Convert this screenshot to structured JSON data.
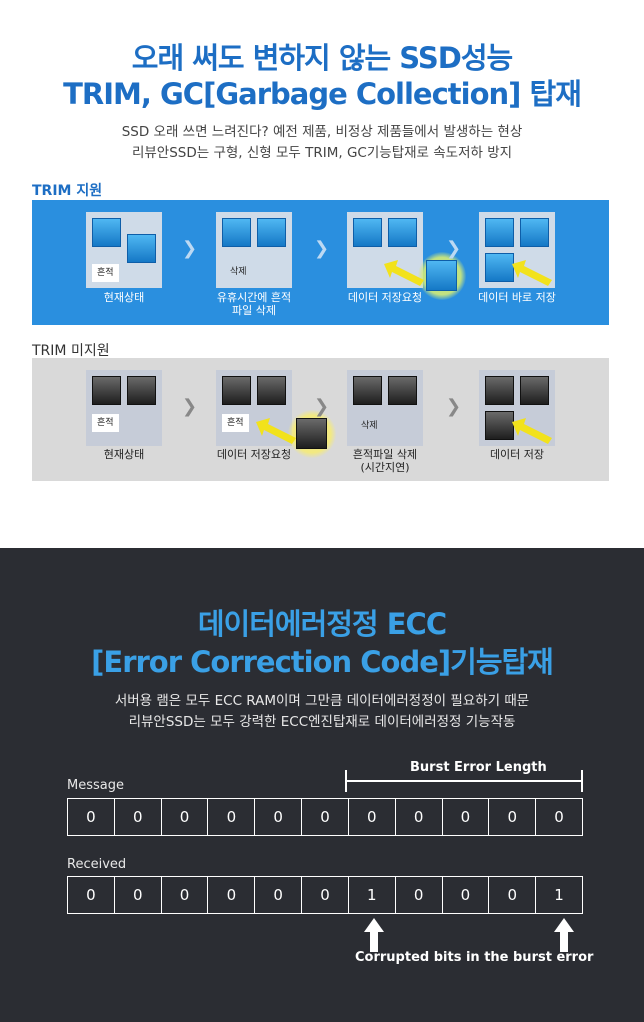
{
  "header": {
    "title_line1": "오래 써도 변하지 않는 SSD성능",
    "title_line2": "TRIM, GC[Garbage Collection] 탑재",
    "sub_line1": "SSD 오래 쓰면 느려진다? 예전 제품, 비정상 제품들에서 발생하는 현상",
    "sub_line2": "리뷰안SSD는 구형, 신형 모두 TRIM, GC기능탑재로 속도저하 방지"
  },
  "trim_on": {
    "label": "TRIM 지원",
    "stage1_tag": "흔적",
    "stage2_tag": "삭제",
    "captions": [
      "현재상태",
      "유휴시간에 흔적\n파일 삭제",
      "데이터 저장요청",
      "데이터 바로 저장"
    ]
  },
  "trim_off": {
    "label": "TRIM 미지원",
    "stage1_tag": "흔적",
    "stage2_tag": "흔적",
    "stage3_tag": "삭제",
    "captions": [
      "현재상태",
      "데이터 저장요청",
      "흔적파일 삭제\n(시간지연)",
      "데이터 저장"
    ]
  },
  "ecc": {
    "title_line1": "데이터에러정정 ECC",
    "title_line2": "[Error Correction Code]기능탑재",
    "sub_line1": "서버용 램은 모두 ECC RAM이며 그만큼 데이터에러정정이 필요하기 때문",
    "sub_line2": "리뷰안SSD는 모두 강력한 ECC엔진탑재로 데이터에러정정 기능작동",
    "message_label": "Message",
    "received_label": "Received",
    "burst_label": "Burst Error Length",
    "corrupt_label": "Corrupted bits in the burst error",
    "message_bits": [
      "0",
      "0",
      "0",
      "0",
      "0",
      "0",
      "0",
      "0",
      "0",
      "0",
      "0"
    ],
    "received_bits": [
      "0",
      "0",
      "0",
      "0",
      "0",
      "0",
      "1",
      "0",
      "0",
      "0",
      "1"
    ]
  },
  "colors": {
    "title_blue": "#1d6ec4",
    "band_blue": "#2a8fdf",
    "band_gray": "#d9d9d9",
    "dark_bg": "#2b2d33",
    "ecc_blue": "#3aa0e6"
  }
}
